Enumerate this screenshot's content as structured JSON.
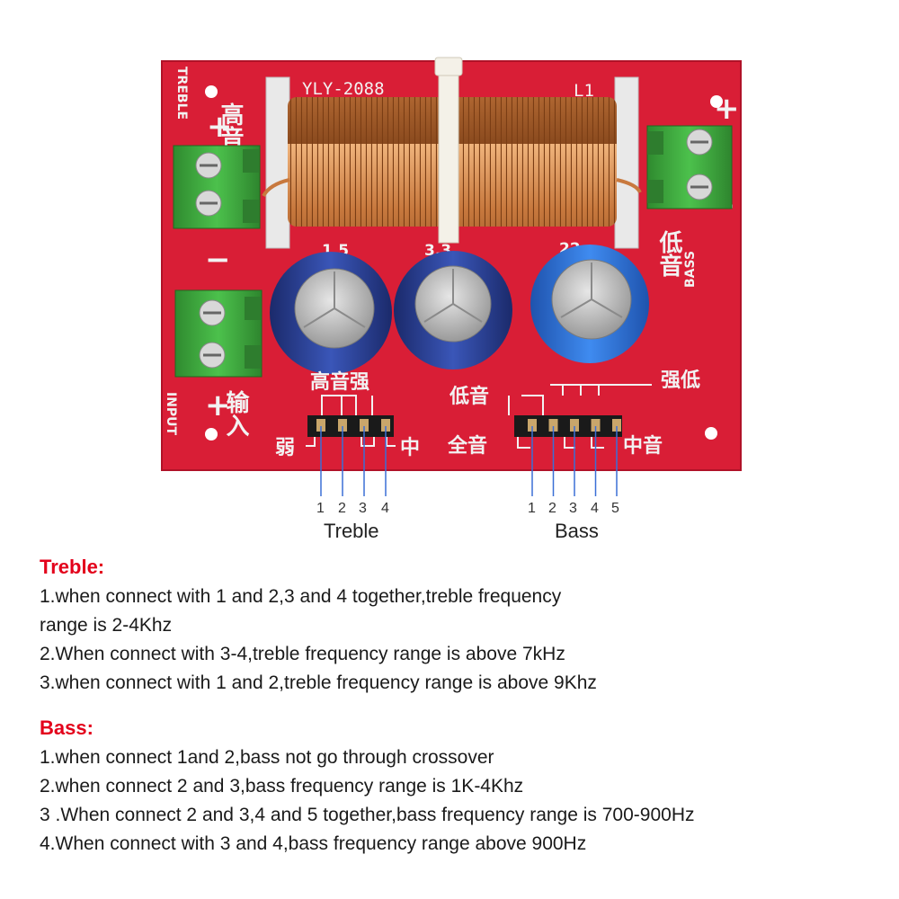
{
  "board": {
    "model": "YLY-2088",
    "coil_label": "L1",
    "treble_label": "TREBLE",
    "treble_cn": "高音",
    "bass_label": "BASS",
    "bass_cn": "低音",
    "input_label": "INPUT",
    "input_cn": "输入",
    "plus": "+",
    "minus": "−",
    "cap_values": [
      "1.5",
      "3.3",
      "22"
    ],
    "treble_jumper": {
      "top": "高音强",
      "left": "弱",
      "right": "中"
    },
    "bass_jumper": {
      "top_left": "低音",
      "top_right": "强低",
      "bottom_left": "全音",
      "bottom_right": "中音"
    },
    "colors": {
      "pcb": "#d91e36",
      "coil": "#c8793e",
      "terminal": "#3aa13a",
      "cap_blue": "#2c3f8f",
      "cap_light": "#2f6fd1",
      "wire": "#3a6fd6"
    }
  },
  "pin_labels": {
    "treble": [
      "1",
      "2",
      "3",
      "4"
    ],
    "treble_name": "Treble",
    "bass": [
      "1",
      "2",
      "3",
      "4",
      "5"
    ],
    "bass_name": "Bass"
  },
  "treble": {
    "heading": "Treble:",
    "lines": [
      "1.when connect with 1 and 2,3 and 4 together,treble frequency",
      "range is 2-4Khz",
      "2.When connect with 3-4,treble frequency range is above 7kHz",
      "3.when connect with 1 and 2,treble frequency range is above 9Khz"
    ]
  },
  "bass": {
    "heading": "Bass:",
    "lines": [
      "1.when connect 1and 2,bass not go through crossover",
      "2.when connect 2 and 3,bass frequency range is 1K-4Khz",
      "3 .When connect 2 and 3,4 and 5 together,bass frequency range is 700-900Hz",
      "4.When connect with 3 and 4,bass frequency range above 900Hz"
    ]
  }
}
